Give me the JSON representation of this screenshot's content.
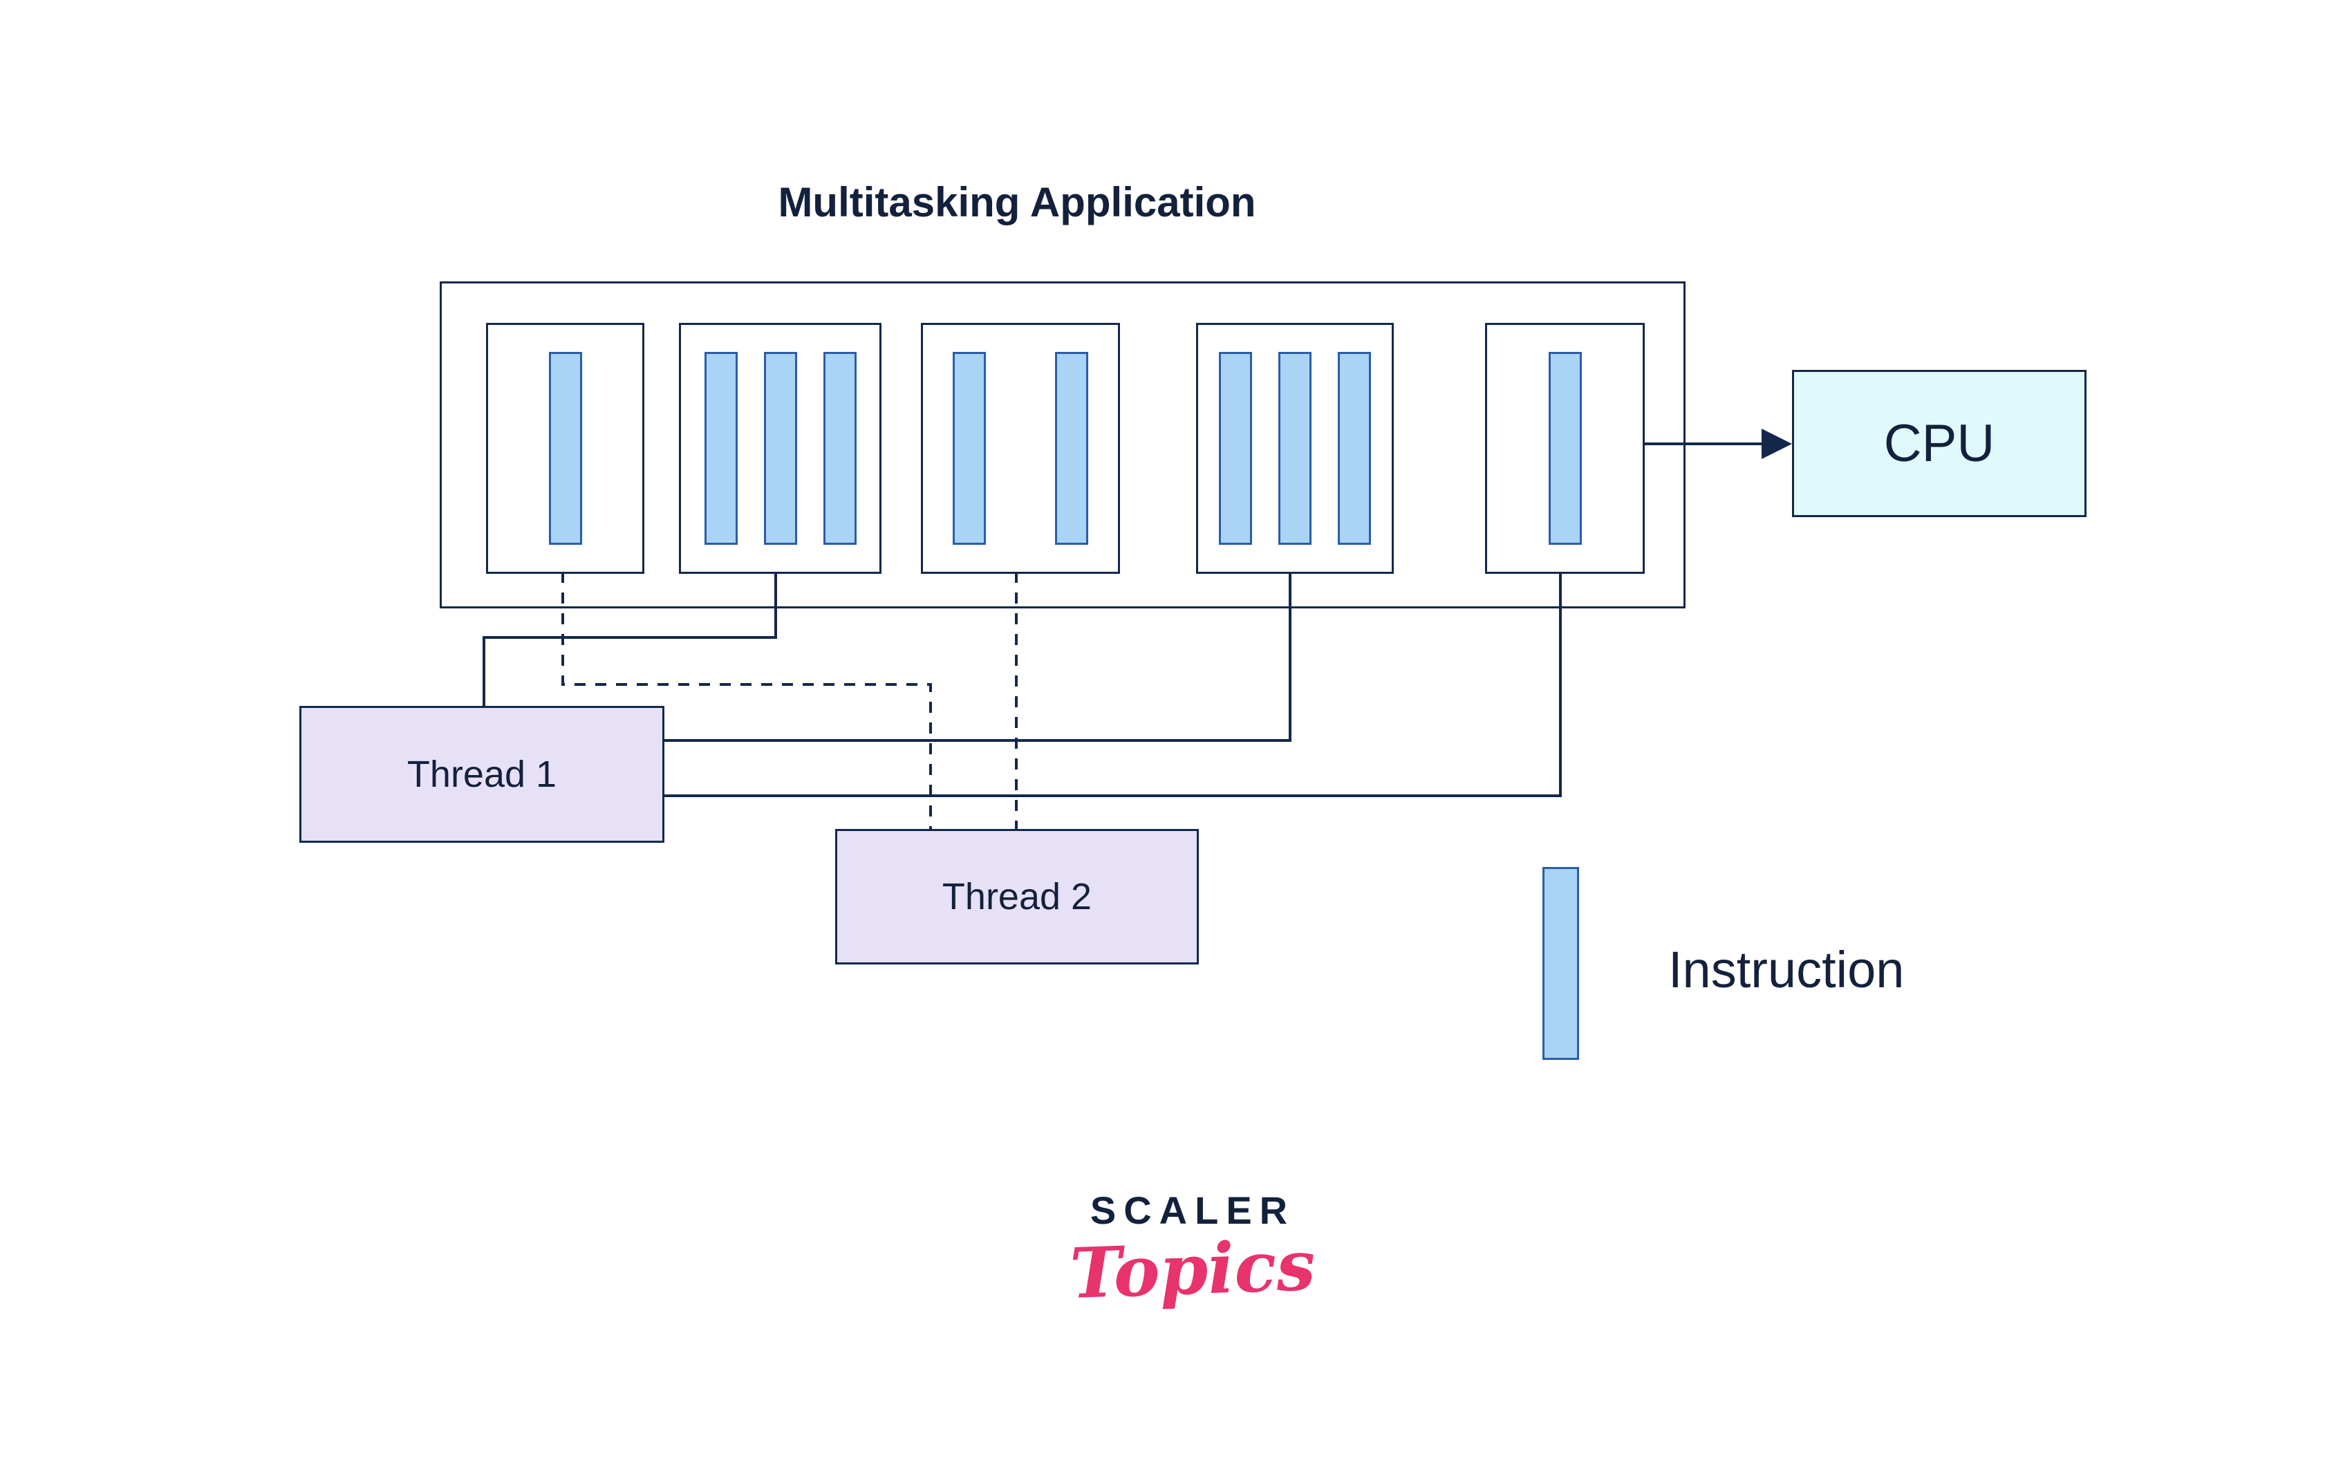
{
  "title": "Multitasking Application",
  "cpu": {
    "label": "CPU"
  },
  "threads": [
    {
      "label": "Thread 1",
      "line_style": "solid"
    },
    {
      "label": "Thread 2",
      "line_style": "dashed"
    }
  ],
  "legend": {
    "label": "Instruction"
  },
  "logo": {
    "line1": "SCALER",
    "line2": "Topics"
  },
  "colors": {
    "line": "#14284B",
    "text": "#14213D",
    "instruction_fill": "#A9D4F5",
    "instruction_border": "#2B5DA7",
    "cpu_fill": "#E0FAFB",
    "thread_box_fill": "#E6E1F7",
    "logo_pink": "#E8336D",
    "background": "#FFFFFF"
  },
  "diagram": {
    "application_boxes": [
      {
        "instructions": 1,
        "executed_by": "Thread 2"
      },
      {
        "instructions": 3,
        "executed_by": "Thread 1"
      },
      {
        "instructions": 2,
        "executed_by": "Thread 2"
      },
      {
        "instructions": 3,
        "executed_by": "Thread 1"
      },
      {
        "instructions": 1,
        "executed_by": "Thread 1"
      }
    ],
    "arrow": {
      "from": "Multitasking Application",
      "to": "CPU"
    }
  }
}
